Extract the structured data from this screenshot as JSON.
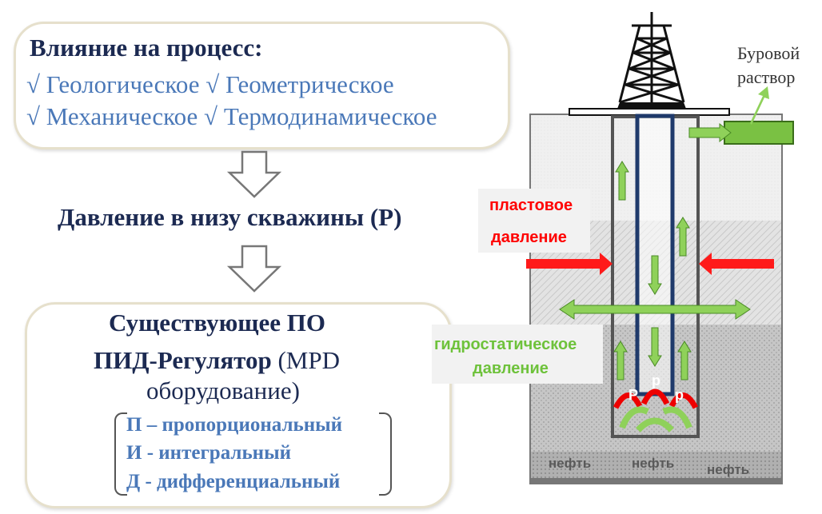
{
  "influence": {
    "title": "Влияние на процесс:",
    "line1": "√ Геологическое √ Геометрическое",
    "line2": "√ Механическое √ Термодинамическое"
  },
  "pressure_label": "Давление в низу скважины (P)",
  "software": {
    "title": "Существующее ПО",
    "pid_bold": "ПИД-Регулятор",
    "pid_rest": " (MPD",
    "pid_line2": "оборудование)",
    "items": [
      "П – пропорциональный",
      "И - интегральный",
      "Д - дифференциальный"
    ]
  },
  "well": {
    "mud_label_line1": "Буровой",
    "mud_label_line2": "раствор",
    "formation_line1": "пластовое",
    "formation_line2": "давление",
    "hydro_line1": "гидростатическое",
    "hydro_line2": "давление",
    "p_labels": [
      "P",
      "p",
      "p"
    ],
    "oil_labels": [
      "нефть",
      "нефть",
      "нефть"
    ]
  },
  "colors": {
    "navy": "#1c2a52",
    "blue": "#4a78b8",
    "red": "#ff0000",
    "green": "#6ec23b"
  }
}
